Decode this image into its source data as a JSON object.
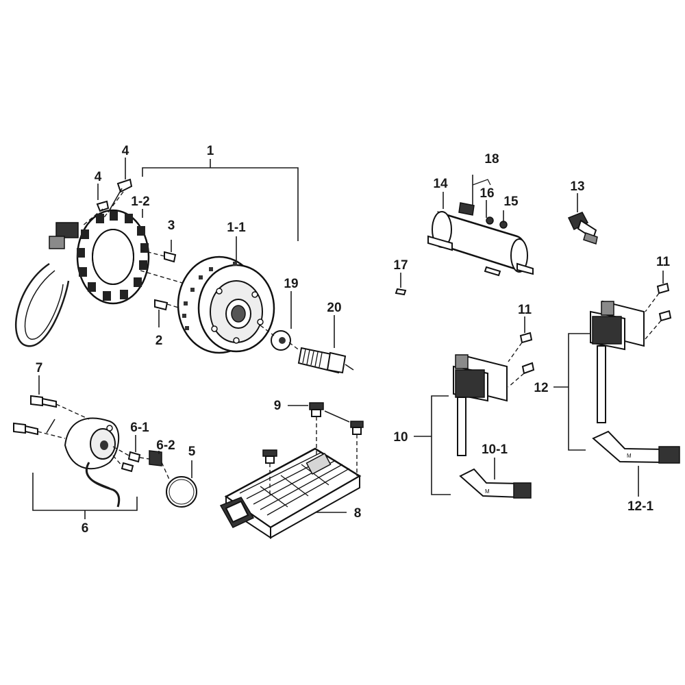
{
  "diagram": {
    "labels": {
      "p1": "1",
      "p1_1": "1-1",
      "p1_2": "1-2",
      "p2": "2",
      "p3": "3",
      "p4a": "4",
      "p4b": "4",
      "p5": "5",
      "p6": "6",
      "p6_1": "6-1",
      "p6_2": "6-2",
      "p7": "7",
      "p8": "8",
      "p9": "9",
      "p10": "10",
      "p10_1": "10-1",
      "p11a": "11",
      "p11b": "11",
      "p12": "12",
      "p12_1": "12-1",
      "p13": "13",
      "p14": "14",
      "p15": "15",
      "p16": "16",
      "p17": "17",
      "p18": "18",
      "p19": "19",
      "p20": "20"
    }
  }
}
